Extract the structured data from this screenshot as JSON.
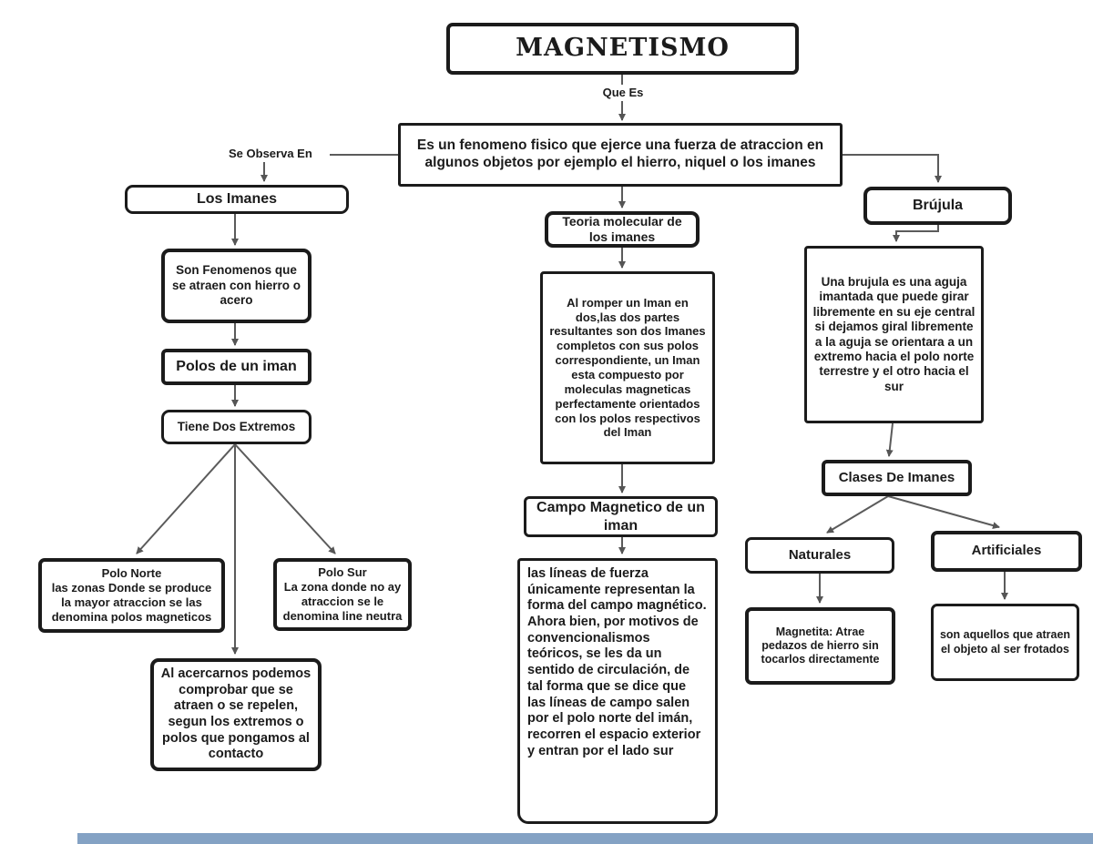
{
  "diagram_title": "MAGNETISMO",
  "labels": {
    "que_es": "Que Es",
    "se_observa_en": "Se Observa En"
  },
  "nodes": {
    "definition": "Es un fenomeno fisico que ejerce una fuerza de atraccion en algunos objetos por ejemplo el hierro, niquel o los imanes",
    "los_imanes": "Los Imanes",
    "son_fenomenos": "Son Fenomenos que se atraen con hierro o acero",
    "polos_de_un_iman": "Polos de un iman",
    "tiene_dos_extremos": "Tiene Dos Extremos",
    "polo_norte_title": "Polo Norte",
    "polo_norte_body": "las zonas Donde se produce la mayor atraccion se las denomina polos magneticos",
    "polo_sur_title": "Polo Sur",
    "polo_sur_body": "La zona donde no ay atraccion se le denomina line neutra",
    "al_acercarnos": "Al acercarnos podemos comprobar que se atraen o se repelen, segun los extremos o polos que pongamos al contacto",
    "teoria_molecular": "Teoria molecular de los imanes",
    "al_romper": "Al romper un Iman en dos,las dos partes resultantes son dos Imanes completos con sus polos correspondiente, un Iman esta compuesto por moleculas magneticas perfectamente orientados con los polos respectivos del Iman",
    "campo_magnetico": "Campo Magnetico de un iman",
    "lineas_fuerza": "las líneas de fuerza únicamente representan la forma del campo magnético. Ahora bien, por motivos de convencionalismos teóricos, se les da un sentido de circulación, de tal forma que se dice que las líneas de campo salen por el polo norte del imán, recorren el espacio exterior y entran por el lado sur",
    "brujula": "Brújula",
    "brujula_desc": "Una brujula es una aguja imantada que puede girar libremente en su eje central si dejamos giral libremente a la aguja se orientara a un extremo hacia el polo norte terrestre y el otro hacia el sur",
    "clases_de_imanes": "Clases De Imanes",
    "naturales": "Naturales",
    "artificiales": "Artificiales",
    "magnetita": "Magnetita: Atrae pedazos de hierro sin tocarlos directamente",
    "frotados": "son aquellos que atraen el objeto al ser frotados"
  },
  "colors": {
    "box_border": "#1b1b1b",
    "connector": "#5b5b5b",
    "bottom_bar": "#84a2c4"
  }
}
